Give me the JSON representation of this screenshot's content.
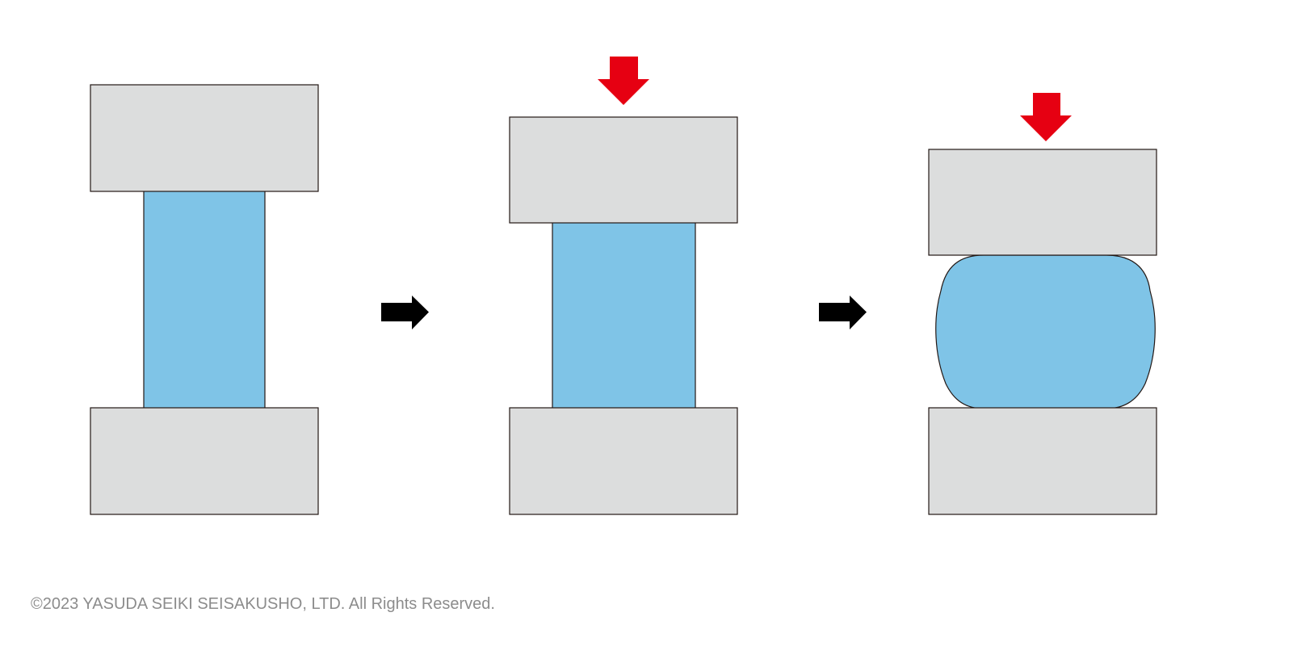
{
  "copyright": "©2023 YASUDA SEIKI SEISAKUSHO, LTD. All Rights Reserved.",
  "colors": {
    "platen": "#dcdddd",
    "specimen": "#7fc4e7",
    "outline": "#231815",
    "force_arrow": "#e60012",
    "step_arrow": "#000000"
  },
  "stages": [
    {
      "name": "before-loading",
      "load_applied": false,
      "specimen_shape": "straight"
    },
    {
      "name": "loading",
      "load_applied": true,
      "specimen_shape": "straight"
    },
    {
      "name": "compressed",
      "load_applied": true,
      "specimen_shape": "barrelled"
    }
  ]
}
